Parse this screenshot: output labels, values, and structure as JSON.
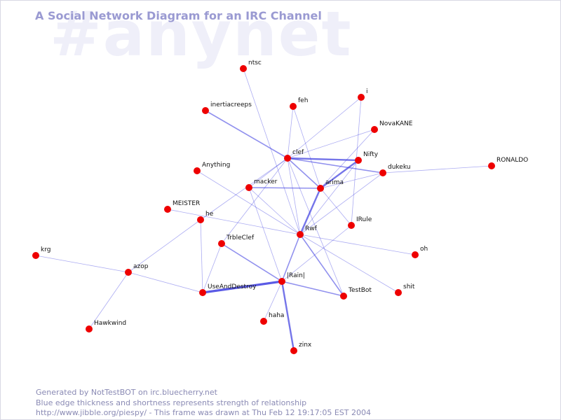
{
  "watermark": "#anynet",
  "title": "A Social Network Diagram for an IRC Channel",
  "footer": {
    "line1": "Generated by NotTestBOT on irc.bluecherry.net",
    "line2": "Blue edge thickness and shortness represents strength of relationship",
    "line3": "http://www.jibble.org/piespy/ - This frame was drawn at Thu Feb 12 19:17:05 EST 2004"
  },
  "colors": {
    "node": "#ee0000",
    "edge": "#3a3ae0",
    "title": "#9a9ad2",
    "watermark": "#efeff9",
    "footer": "#8a8ab4",
    "label": "#111111"
  },
  "nodes": [
    {
      "id": "ntsc",
      "label": "ntsc"
    },
    {
      "id": "feh",
      "label": "feh"
    },
    {
      "id": "i",
      "label": "i"
    },
    {
      "id": "inertiacreeps",
      "label": "inertiacreeps"
    },
    {
      "id": "NovaKANE",
      "label": "NovaKANE"
    },
    {
      "id": "clef",
      "label": "clef"
    },
    {
      "id": "Nifty",
      "label": "Nifty"
    },
    {
      "id": "RONALDO",
      "label": "RONALDO"
    },
    {
      "id": "Anything",
      "label": "Anything"
    },
    {
      "id": "dukeku",
      "label": "dukeku"
    },
    {
      "id": "macker",
      "label": "macker"
    },
    {
      "id": "arima",
      "label": "arima"
    },
    {
      "id": "MEISTER",
      "label": "MEISTER"
    },
    {
      "id": "he",
      "label": "he"
    },
    {
      "id": "IRule",
      "label": "IRule"
    },
    {
      "id": "Rwf",
      "label": "Rwf"
    },
    {
      "id": "TrbleClef",
      "label": "TrbleClef"
    },
    {
      "id": "oh",
      "label": "oh"
    },
    {
      "id": "krg",
      "label": "krg"
    },
    {
      "id": "azop",
      "label": "azop"
    },
    {
      "id": "Rain",
      "label": "|Rain|"
    },
    {
      "id": "UseAndDestroy",
      "label": "UseAndDestroy"
    },
    {
      "id": "shit",
      "label": "shit"
    },
    {
      "id": "TestBot",
      "label": "TestBot"
    },
    {
      "id": "haha",
      "label": "haha"
    },
    {
      "id": "Hawkwind",
      "label": "Hawkwind"
    },
    {
      "id": "zinx",
      "label": "zinx"
    }
  ],
  "edges": [
    {
      "from": "ntsc",
      "to": "Rwf",
      "weight": 1
    },
    {
      "from": "inertiacreeps",
      "to": "clef",
      "weight": 2
    },
    {
      "from": "feh",
      "to": "clef",
      "weight": 1
    },
    {
      "from": "feh",
      "to": "arima",
      "weight": 1
    },
    {
      "from": "i",
      "to": "clef",
      "weight": 1
    },
    {
      "from": "i",
      "to": "IRule",
      "weight": 1
    },
    {
      "from": "NovaKANE",
      "to": "clef",
      "weight": 1
    },
    {
      "from": "NovaKANE",
      "to": "arima",
      "weight": 1
    },
    {
      "from": "clef",
      "to": "Nifty",
      "weight": 3
    },
    {
      "from": "clef",
      "to": "dukeku",
      "weight": 2
    },
    {
      "from": "clef",
      "to": "arima",
      "weight": 2
    },
    {
      "from": "clef",
      "to": "macker",
      "weight": 1
    },
    {
      "from": "clef",
      "to": "Rwf",
      "weight": 1
    },
    {
      "from": "clef",
      "to": "TrbleClef",
      "weight": 1
    },
    {
      "from": "clef",
      "to": "he",
      "weight": 1
    },
    {
      "from": "clef",
      "to": "TestBot",
      "weight": 1
    },
    {
      "from": "Nifty",
      "to": "arima",
      "weight": 3
    },
    {
      "from": "Nifty",
      "to": "Rwf",
      "weight": 1
    },
    {
      "from": "dukeku",
      "to": "RONALDO",
      "weight": 1
    },
    {
      "from": "dukeku",
      "to": "arima",
      "weight": 1
    },
    {
      "from": "dukeku",
      "to": "Rwf",
      "weight": 1
    },
    {
      "from": "Anything",
      "to": "Rwf",
      "weight": 1
    },
    {
      "from": "macker",
      "to": "arima",
      "weight": 2
    },
    {
      "from": "macker",
      "to": "Rwf",
      "weight": 1
    },
    {
      "from": "macker",
      "to": "Rain",
      "weight": 1
    },
    {
      "from": "arima",
      "to": "Rwf",
      "weight": 3
    },
    {
      "from": "arima",
      "to": "IRule",
      "weight": 1
    },
    {
      "from": "MEISTER",
      "to": "Rwf",
      "weight": 1
    },
    {
      "from": "he",
      "to": "azop",
      "weight": 1
    },
    {
      "from": "he",
      "to": "UseAndDestroy",
      "weight": 1
    },
    {
      "from": "IRule",
      "to": "Rain",
      "weight": 1
    },
    {
      "from": "Rwf",
      "to": "Rain",
      "weight": 2
    },
    {
      "from": "Rwf",
      "to": "oh",
      "weight": 1
    },
    {
      "from": "Rwf",
      "to": "TestBot",
      "weight": 2
    },
    {
      "from": "Rwf",
      "to": "shit",
      "weight": 1
    },
    {
      "from": "TrbleClef",
      "to": "Rain",
      "weight": 2
    },
    {
      "from": "TrbleClef",
      "to": "UseAndDestroy",
      "weight": 1
    },
    {
      "from": "krg",
      "to": "azop",
      "weight": 1
    },
    {
      "from": "azop",
      "to": "UseAndDestroy",
      "weight": 1
    },
    {
      "from": "azop",
      "to": "Hawkwind",
      "weight": 1
    },
    {
      "from": "Rain",
      "to": "UseAndDestroy",
      "weight": 4
    },
    {
      "from": "Rain",
      "to": "TestBot",
      "weight": 2
    },
    {
      "from": "Rain",
      "to": "haha",
      "weight": 1
    },
    {
      "from": "Rain",
      "to": "zinx",
      "weight": 3
    }
  ]
}
